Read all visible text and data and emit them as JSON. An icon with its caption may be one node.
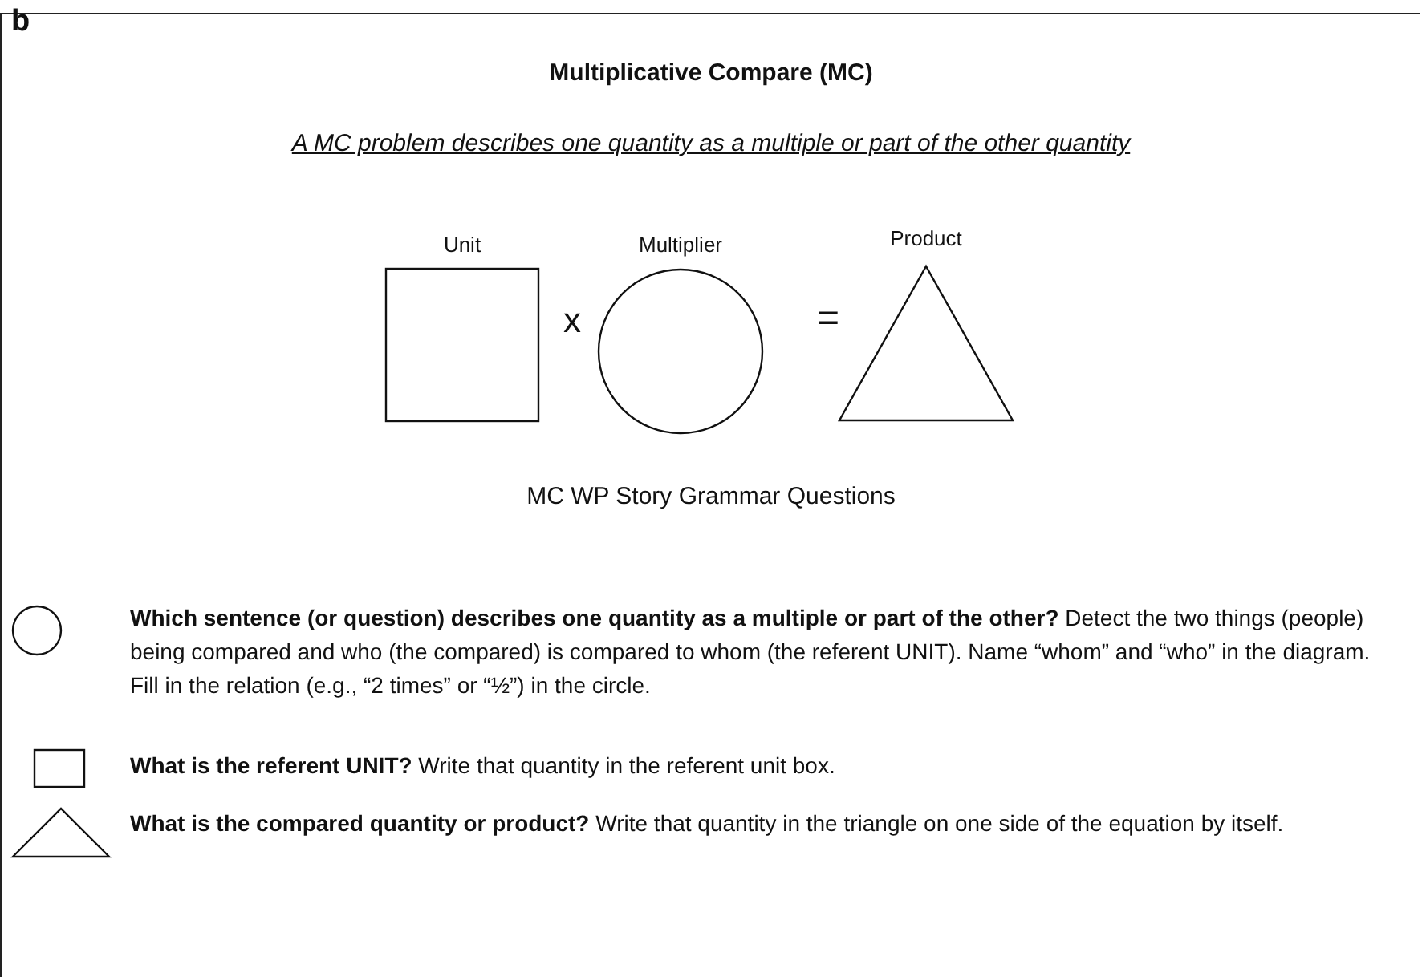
{
  "diagram": {
    "title": "Multiplicative Compare (MC)",
    "nodes": [
      {
        "text": [
          "Unit"
        ]
      },
      {
        "text": [
          "Multiplier"
        ]
      },
      {
        "text": [
          "Product"
        ]
      },
      {
        "text": [],
        "shape": "circle",
        "beside": [
          "**Which sentence (or question) describes one quantity as a multiple or part of the other?** Detect the two things (people) being compared and who (the compared) is compared to whom (the referent UNIT). Name “whom” and “who” in the diagram. Fill in the relation (e.g., “2 times” or “½”) in the circle."
        ]
      },
      {
        "text": [],
        "shape": "box",
        "beside": [
          "**What is the referent UNIT?** Write that quantity in the referent unit box."
        ]
      },
      {
        "text": [],
        "shape": "triangle",
        "beside": [
          "**What is the compared quantity or product?**  Write that quantity in the triangle on one side of the equation by itself."
        ]
      }
    ],
    "edges": [],
    "labels": [
      "b",
      "A MC problem describes one quantity as a multiple or part of the other quantity",
      "x",
      "=",
      "MC WP Story Grammar Questions"
    ]
  }
}
